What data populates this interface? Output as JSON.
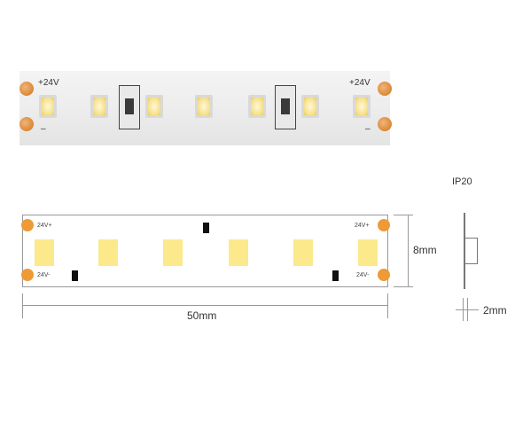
{
  "photo": {
    "label_plus_left": "+24V",
    "label_plus_right": "+24V",
    "label_minus_left": "–",
    "label_minus_right": "–"
  },
  "drawing": {
    "label_24v_plus_left": "24V+",
    "label_24v_plus_right": "24V+",
    "label_24v_minus_left": "24V-",
    "label_24v_minus_right": "24V-",
    "length_label": "50mm",
    "width_label": "8mm",
    "thickness_label": "2mm",
    "ip_rating": "IP20"
  },
  "colors": {
    "pad": "#ee9a36",
    "led": "#fbe98c",
    "outline": "#999999"
  }
}
